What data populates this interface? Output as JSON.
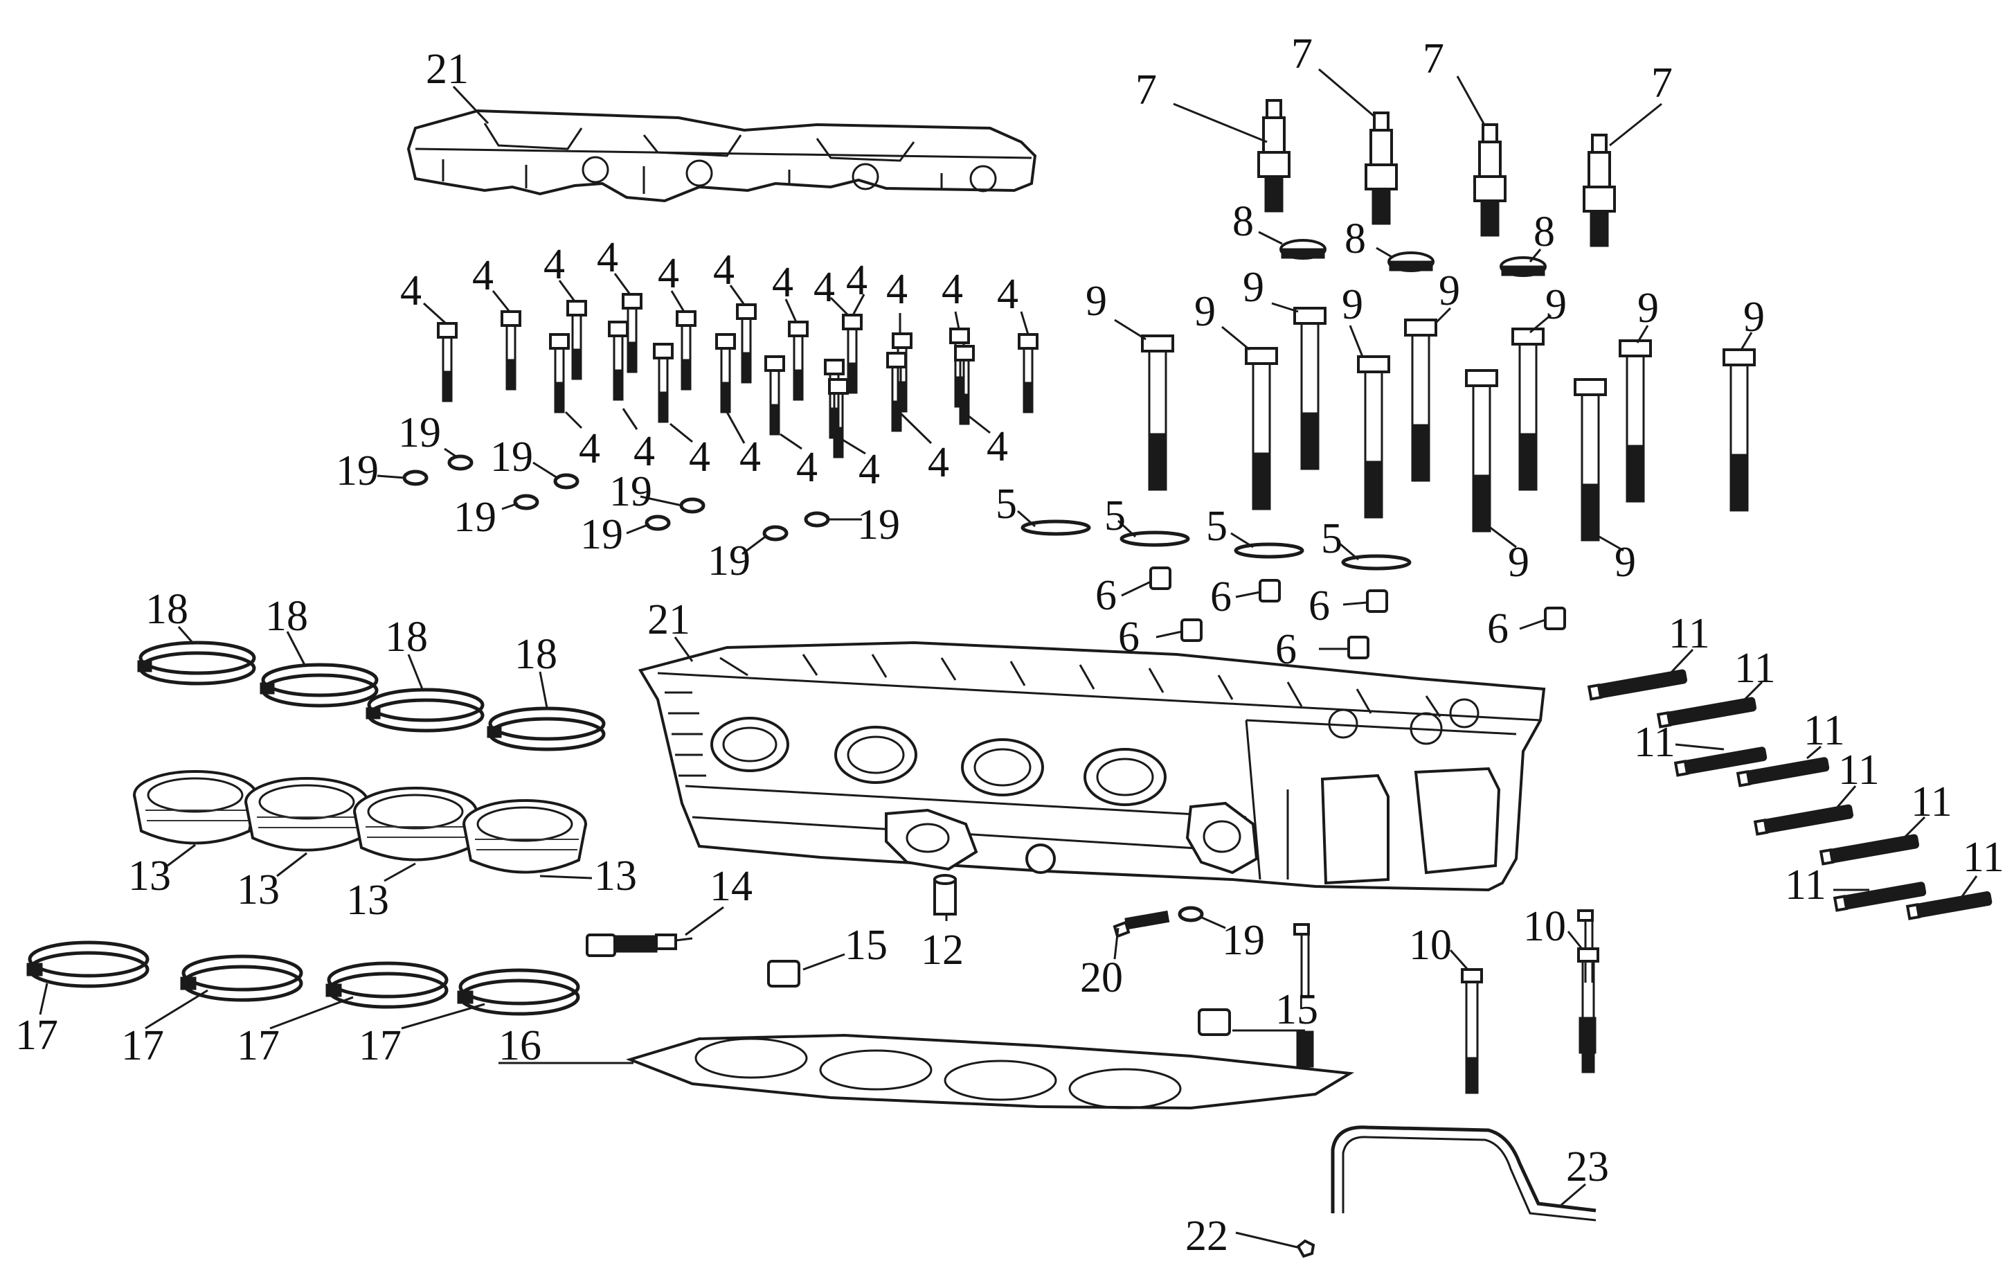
{
  "parts": {
    "p4": "4",
    "p5": "5",
    "p6": "6",
    "p7": "7",
    "p8": "8",
    "p9": "9",
    "p10": "10",
    "p11": "11",
    "p12": "12",
    "p13": "13",
    "p14": "14",
    "p15": "15",
    "p16": "16",
    "p17": "17",
    "p18": "18",
    "p19": "19",
    "p20": "20",
    "p21": "21",
    "p22": "22",
    "p23": "23"
  }
}
